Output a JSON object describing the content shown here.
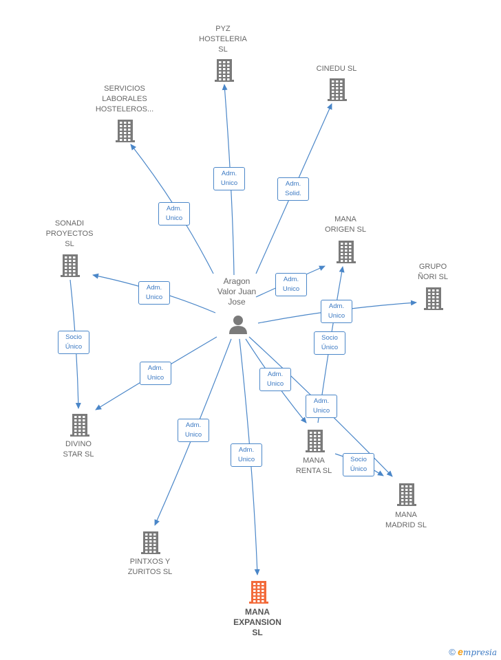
{
  "center": {
    "name": "Aragon\nValor Juan\nJose",
    "icon": "person-icon"
  },
  "colors": {
    "edge": "#4a86c8",
    "building": "#7a7a7a",
    "highlight": "#f26a3a"
  },
  "companies": [
    {
      "id": "pyz",
      "name": "PYZ\nHOSTELERIA\nSL",
      "icon": "building-icon"
    },
    {
      "id": "cinedu",
      "name": "CINEDU  SL",
      "icon": "building-icon"
    },
    {
      "id": "servicios",
      "name": "SERVICIOS\nLABORALES\nHOSTELEROS...",
      "icon": "building-icon"
    },
    {
      "id": "sonadi",
      "name": "SONADI\nPROYECTOS\nSL",
      "icon": "building-icon"
    },
    {
      "id": "mana_origen",
      "name": "MANA\nORIGEN  SL",
      "icon": "building-icon"
    },
    {
      "id": "grupo_nori",
      "name": "GRUPO\nÑORI  SL",
      "icon": "building-icon"
    },
    {
      "id": "divino",
      "name": "DIVINO\nSTAR  SL",
      "icon": "building-icon"
    },
    {
      "id": "mana_renta",
      "name": "MANA\nRENTA  SL",
      "icon": "building-icon"
    },
    {
      "id": "mana_madrid",
      "name": "MANA\nMADRID  SL",
      "icon": "building-icon"
    },
    {
      "id": "pintxos",
      "name": "PINTXOS Y\nZURITOS SL",
      "icon": "building-icon"
    },
    {
      "id": "mana_expansion",
      "name": "MANA\nEXPANSION\nSL",
      "icon": "building-icon",
      "highlight": true
    }
  ],
  "relations": [
    {
      "from": "center",
      "to": "pyz",
      "label": "Adm.\nUnico"
    },
    {
      "from": "center",
      "to": "cinedu",
      "label": "Adm.\nSolid."
    },
    {
      "from": "center",
      "to": "servicios",
      "label": "Adm.\nUnico"
    },
    {
      "from": "center",
      "to": "sonadi",
      "label": "Adm.\nUnico"
    },
    {
      "from": "center",
      "to": "mana_origen",
      "label": "Adm.\nUnico"
    },
    {
      "from": "center",
      "to": "grupo_nori",
      "label": "Adm.\nUnico"
    },
    {
      "from": "center",
      "to": "divino",
      "label": "Adm.\nUnico"
    },
    {
      "from": "center",
      "to": "mana_renta",
      "label": "Adm.\nUnico"
    },
    {
      "from": "center",
      "to": "mana_madrid",
      "label": "Adm.\nUnico"
    },
    {
      "from": "center",
      "to": "pintxos",
      "label": "Adm.\nUnico"
    },
    {
      "from": "center",
      "to": "mana_expansion",
      "label": "Adm.\nUnico"
    },
    {
      "from": "sonadi",
      "to": "divino",
      "label": "Socio\nÚnico"
    },
    {
      "from": "mana_renta",
      "to": "mana_origen",
      "label": "Socio\nÚnico"
    },
    {
      "from": "mana_renta",
      "to": "mana_madrid",
      "label": "Socio\nÚnico"
    }
  ],
  "footer": {
    "copyright": "©",
    "brand_initial": "e",
    "brand_rest": "mpresia"
  }
}
